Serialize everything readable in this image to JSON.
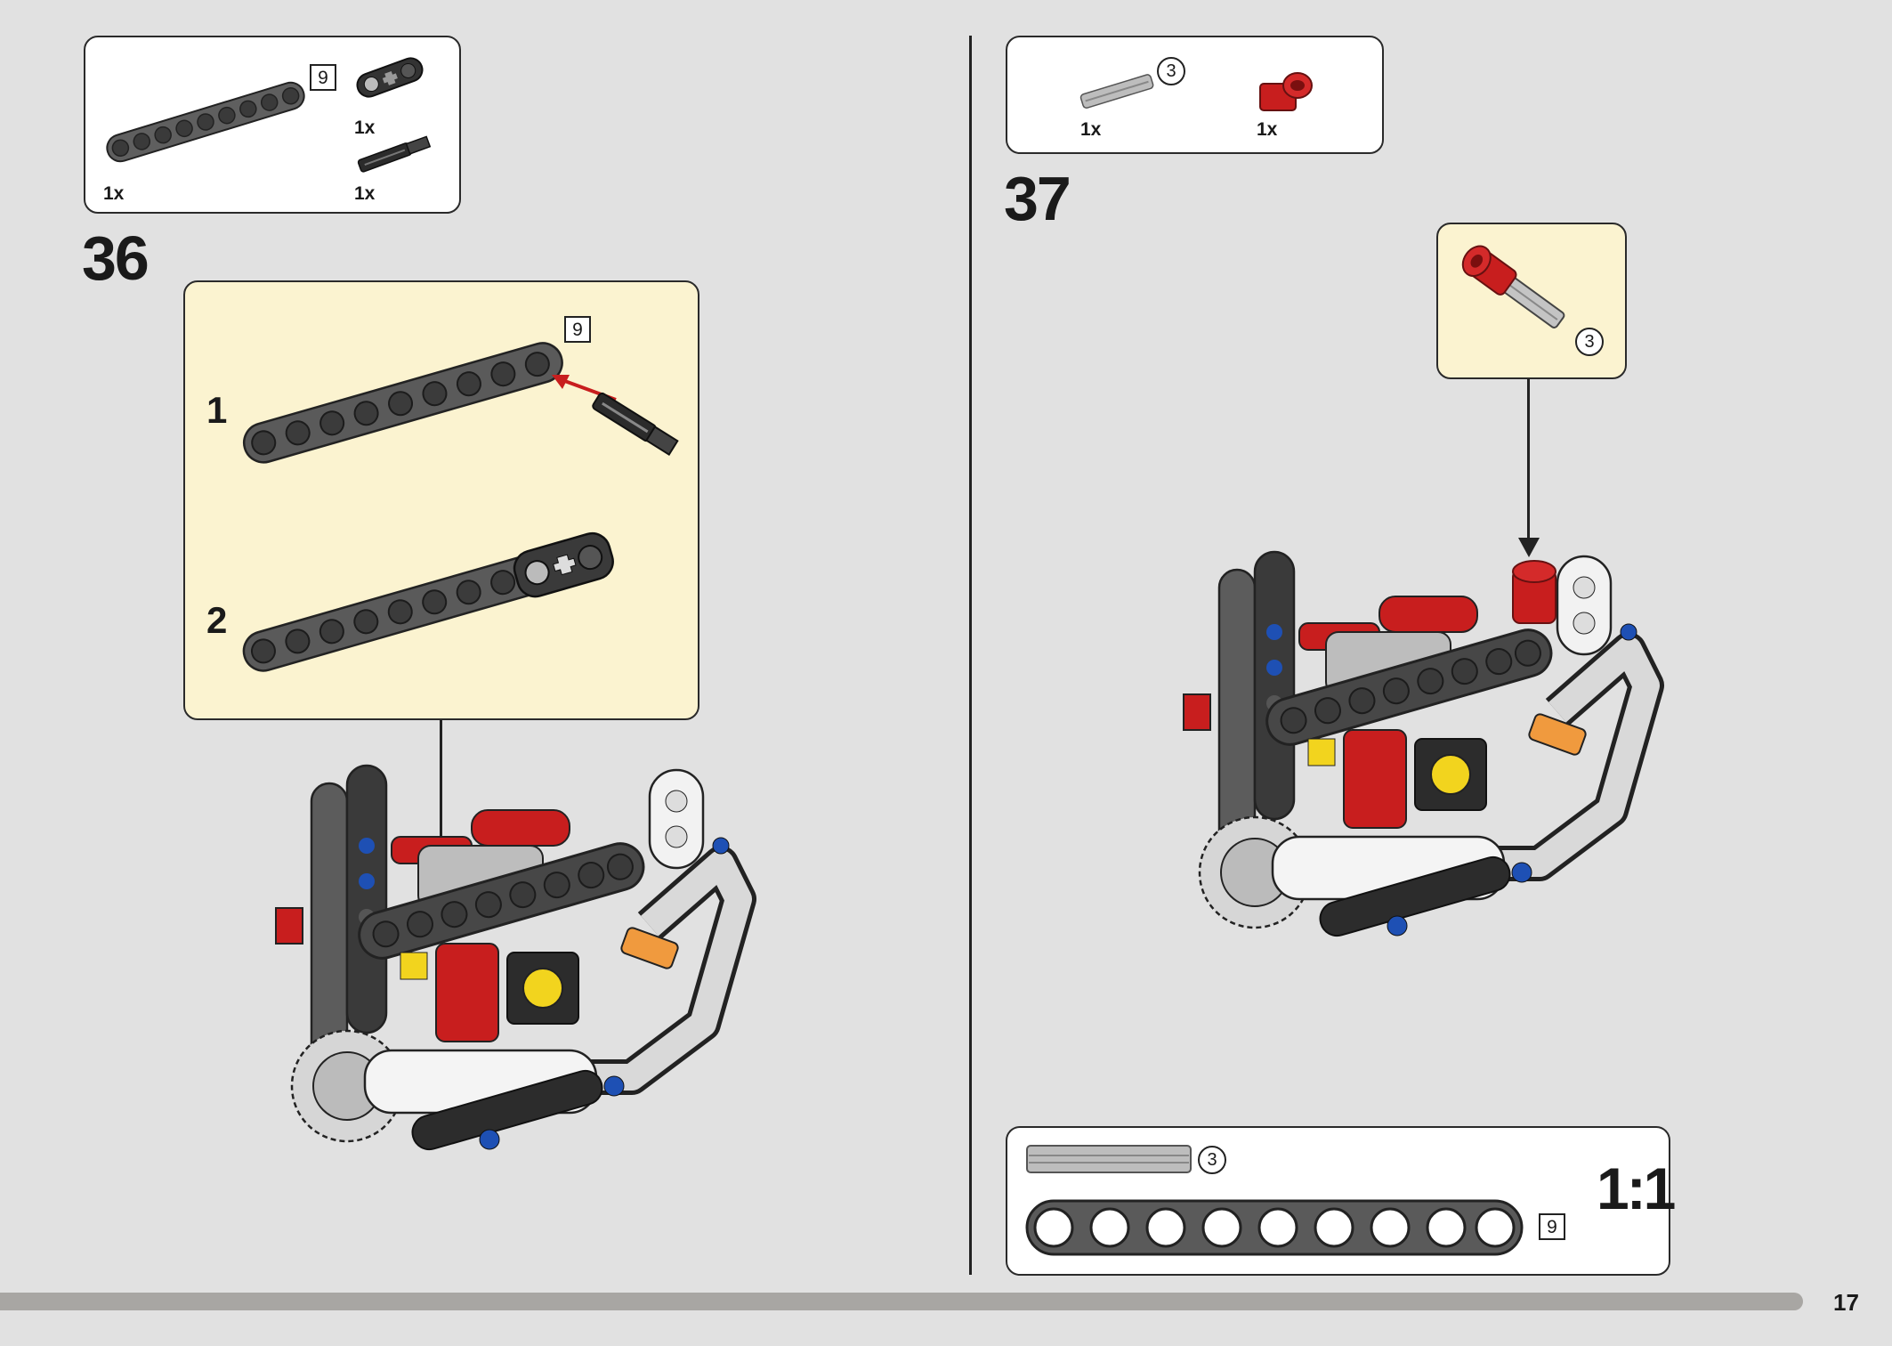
{
  "left_page": {
    "parts_list": [
      {
        "icon": "beam-9-dark-gray-icon",
        "qty": "1x",
        "length_label": "9"
      },
      {
        "icon": "connector-black-icon",
        "qty": "1x"
      },
      {
        "icon": "axle-pin-black-icon",
        "qty": "1x"
      }
    ],
    "step": {
      "number": "36",
      "substeps": [
        {
          "number": "1",
          "length_label": "9"
        },
        {
          "number": "2"
        }
      ]
    }
  },
  "right_page": {
    "parts_list": [
      {
        "icon": "axle-3-gray-icon",
        "qty": "1x",
        "length_label": "3"
      },
      {
        "icon": "axle-connector-red-icon",
        "qty": "1x"
      }
    ],
    "step": {
      "number": "37",
      "callout_length_label": "3"
    },
    "scale_box": {
      "axle_length_label": "3",
      "beam_length_label": "9",
      "scale_text": "1:1"
    }
  },
  "page_number": "17",
  "colors": {
    "background": "#e1e1e1",
    "callout_fill": "#fbf3d0",
    "beam_dark": "#5a5a5a",
    "red_part": "#c81e1e",
    "blue_pin": "#1e50b4",
    "yellow_part": "#f2d41e",
    "orange_axle": "#f09a3e"
  }
}
